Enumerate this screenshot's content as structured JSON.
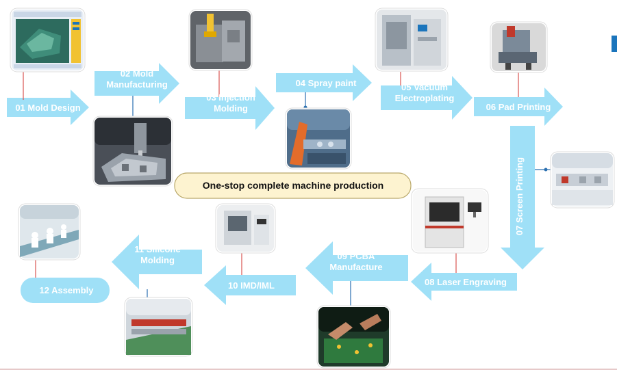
{
  "title": "One-stop complete machine production",
  "colors": {
    "arrow": "#9fe0f7",
    "banner": "#fdf3d0",
    "banner_border": "#b9a86a",
    "accent": "#1b75bc"
  },
  "steps": [
    {
      "id": "01",
      "label_lines": [
        "01 Mold Design"
      ],
      "photo": "cad-software-screenshot"
    },
    {
      "id": "02",
      "label_lines": [
        "02 Mold",
        "Manufacturing"
      ],
      "photo": "cnc-machining-photo"
    },
    {
      "id": "03",
      "label_lines": [
        "03 Injection",
        "Molding"
      ],
      "photo": "injection-mold-photo"
    },
    {
      "id": "04",
      "label_lines": [
        "04 Spray paint"
      ],
      "photo": "spray-painting-robot-photo"
    },
    {
      "id": "05",
      "label_lines": [
        "05 Vacuum",
        "Electroplating"
      ],
      "photo": "vacuum-chamber-photo"
    },
    {
      "id": "06",
      "label_lines": [
        "06 Pad Printing"
      ],
      "photo": "pad-printing-machine-photo"
    },
    {
      "id": "07",
      "label_lines": [
        "07 Screen Printing"
      ],
      "photo": "screen-printing-line-photo"
    },
    {
      "id": "08",
      "label_lines": [
        "08 Laser Engraving"
      ],
      "photo": "laser-engraver-photo"
    },
    {
      "id": "09",
      "label_lines": [
        "09 PCBA",
        "Manufacture"
      ],
      "photo": "pcb-soldering-photo"
    },
    {
      "id": "10",
      "label_lines": [
        "10 IMD/IML"
      ],
      "photo": "imd-machine-photo"
    },
    {
      "id": "11",
      "label_lines": [
        "11 Silicone",
        "Molding"
      ],
      "photo": "silicone-factory-photo"
    },
    {
      "id": "12",
      "label_lines": [
        "12 Assembly"
      ],
      "photo": "assembly-line-photo"
    }
  ]
}
